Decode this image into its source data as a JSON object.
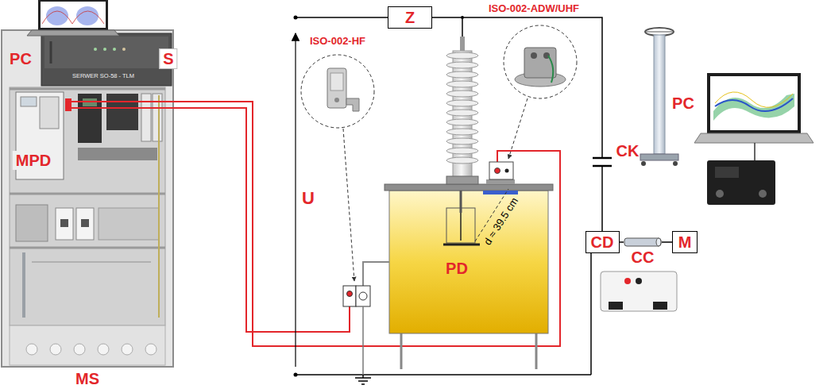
{
  "diagram": {
    "nodes": [
      {
        "text": [
          "Z"
        ]
      },
      {
        "text": [
          "CD"
        ]
      },
      {
        "text": [
          "CC"
        ]
      },
      {
        "text": [
          "M"
        ]
      }
    ],
    "edges": [
      {
        "from": 0,
        "to": 1,
        "arrow": "none"
      },
      {
        "from": 1,
        "to": 2,
        "arrow": "none"
      },
      {
        "from": 2,
        "to": 3,
        "arrow": "none"
      }
    ],
    "labels": [
      "PC",
      "S",
      "SERWER SO-58 - TLM",
      "MPD",
      "MS",
      "U",
      "ISO-002-HF",
      "ISO-002-ADW/UHF",
      "PD",
      "d ≈ 39.5 cm",
      "CK",
      "PC"
    ]
  }
}
